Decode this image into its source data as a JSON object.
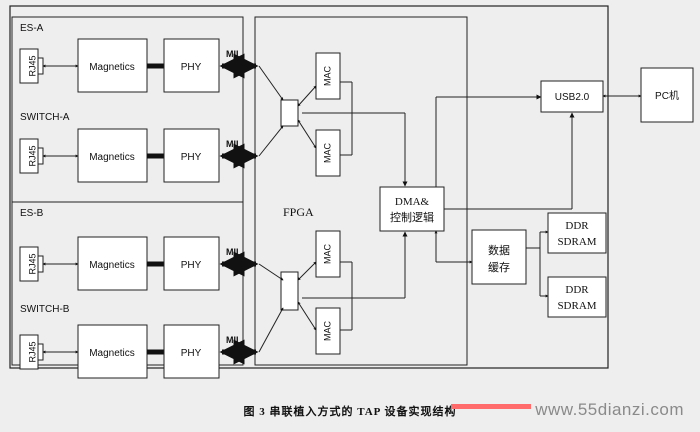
{
  "ports": [
    {
      "name": "ES-A",
      "connector": "RJ45",
      "magnetics": "Magnetics",
      "phy": "PHY",
      "bus": "MII"
    },
    {
      "name": "SWITCH-A",
      "connector": "RJ45",
      "magnetics": "Magnetics",
      "phy": "PHY",
      "bus": "MII"
    },
    {
      "name": "ES-B",
      "connector": "RJ45",
      "magnetics": "Magnetics",
      "phy": "PHY",
      "bus": "MII"
    },
    {
      "name": "SWITCH-B",
      "connector": "RJ45",
      "magnetics": "Magnetics",
      "phy": "PHY",
      "bus": "MII"
    }
  ],
  "fpga": {
    "label": "FPGA",
    "mac_label": "MAC",
    "dma_line1": "DMA&",
    "dma_line2": "控制逻辑",
    "buffer_line1": "数据",
    "buffer_line2": "缓存"
  },
  "usb": "USB2.0",
  "pc": "PC机",
  "ddr": [
    {
      "line1": "DDR",
      "line2": "SDRAM"
    },
    {
      "line1": "DDR",
      "line2": "SDRAM"
    }
  ],
  "caption": "图 3   串联植入方式的 TAP 设备实现结构",
  "watermark": "www.55dianzi.com"
}
